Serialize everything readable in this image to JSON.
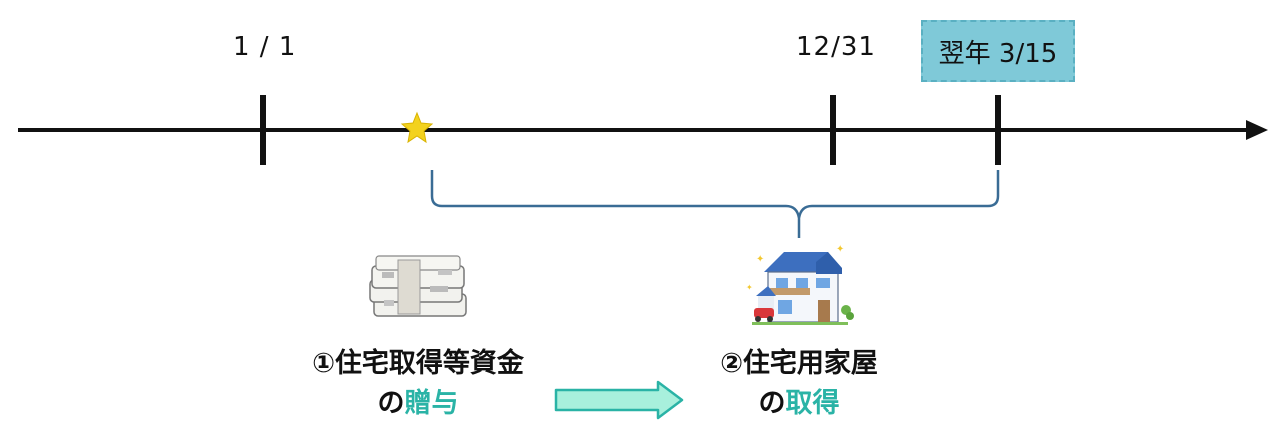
{
  "timeline": {
    "start_label": "1 / 1",
    "year_end_label": "12/31",
    "deadline_label": "翌年 3/15"
  },
  "step1": {
    "line1": "①住宅取得等資金",
    "line2_prefix": "の",
    "line2_accent": "贈与"
  },
  "step2": {
    "line1": "②住宅用家屋",
    "line2_prefix": "の",
    "line2_accent": "取得"
  },
  "colors": {
    "line": "#111111",
    "bracket": "#3a6c95",
    "star": "#f3d21e",
    "deadline_box": "#7fc9d8",
    "accent_text": "#2ab3a6",
    "arrow_fill": "#a8f0dc",
    "arrow_stroke": "#2ab3a6"
  },
  "icons": [
    "star-icon",
    "money-bundle-icon",
    "house-icon",
    "right-arrow-icon"
  ]
}
